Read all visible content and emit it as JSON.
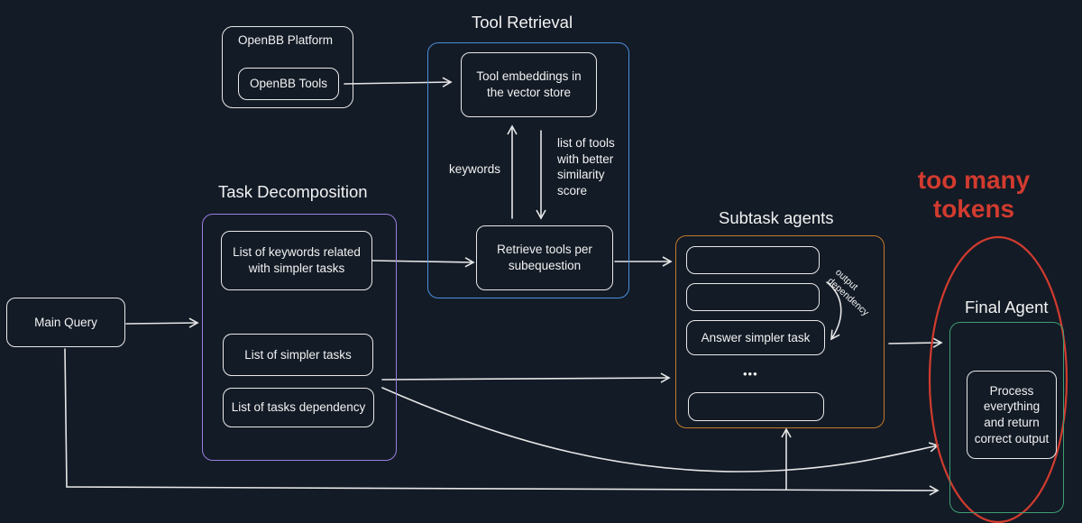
{
  "platform": {
    "title": "OpenBB Platform",
    "tools": "OpenBB Tools"
  },
  "tool_retrieval": {
    "title": "Tool Retrieval",
    "embeddings": "Tool embeddings in the vector store",
    "retrieve": "Retrieve tools per subequestion",
    "keywords_label": "keywords",
    "list_label": "list of tools with better similarity score"
  },
  "task_decomposition": {
    "title": "Task Decomposition",
    "keywords": "List of keywords related with simpler tasks",
    "simpler_tasks": "List of simpler tasks",
    "dependency": "List of tasks dependency"
  },
  "main_query": "Main Query",
  "subtask_agents": {
    "title": "Subtask agents",
    "answer": "Answer simpler task",
    "ellipsis": "•••",
    "output_dependency": "output dependency"
  },
  "final_agent": {
    "title": "Final Agent",
    "process": "Process everything and return correct output"
  },
  "annotation": "too many tokens",
  "colors": {
    "background": "#131b26",
    "tool_retrieval_border": "#4a8fdc",
    "task_decomposition_border": "#9b7fe0",
    "subtask_agents_border": "#c47a2c",
    "final_agent_border": "#3f9e72",
    "annotation": "#d13b2f"
  }
}
